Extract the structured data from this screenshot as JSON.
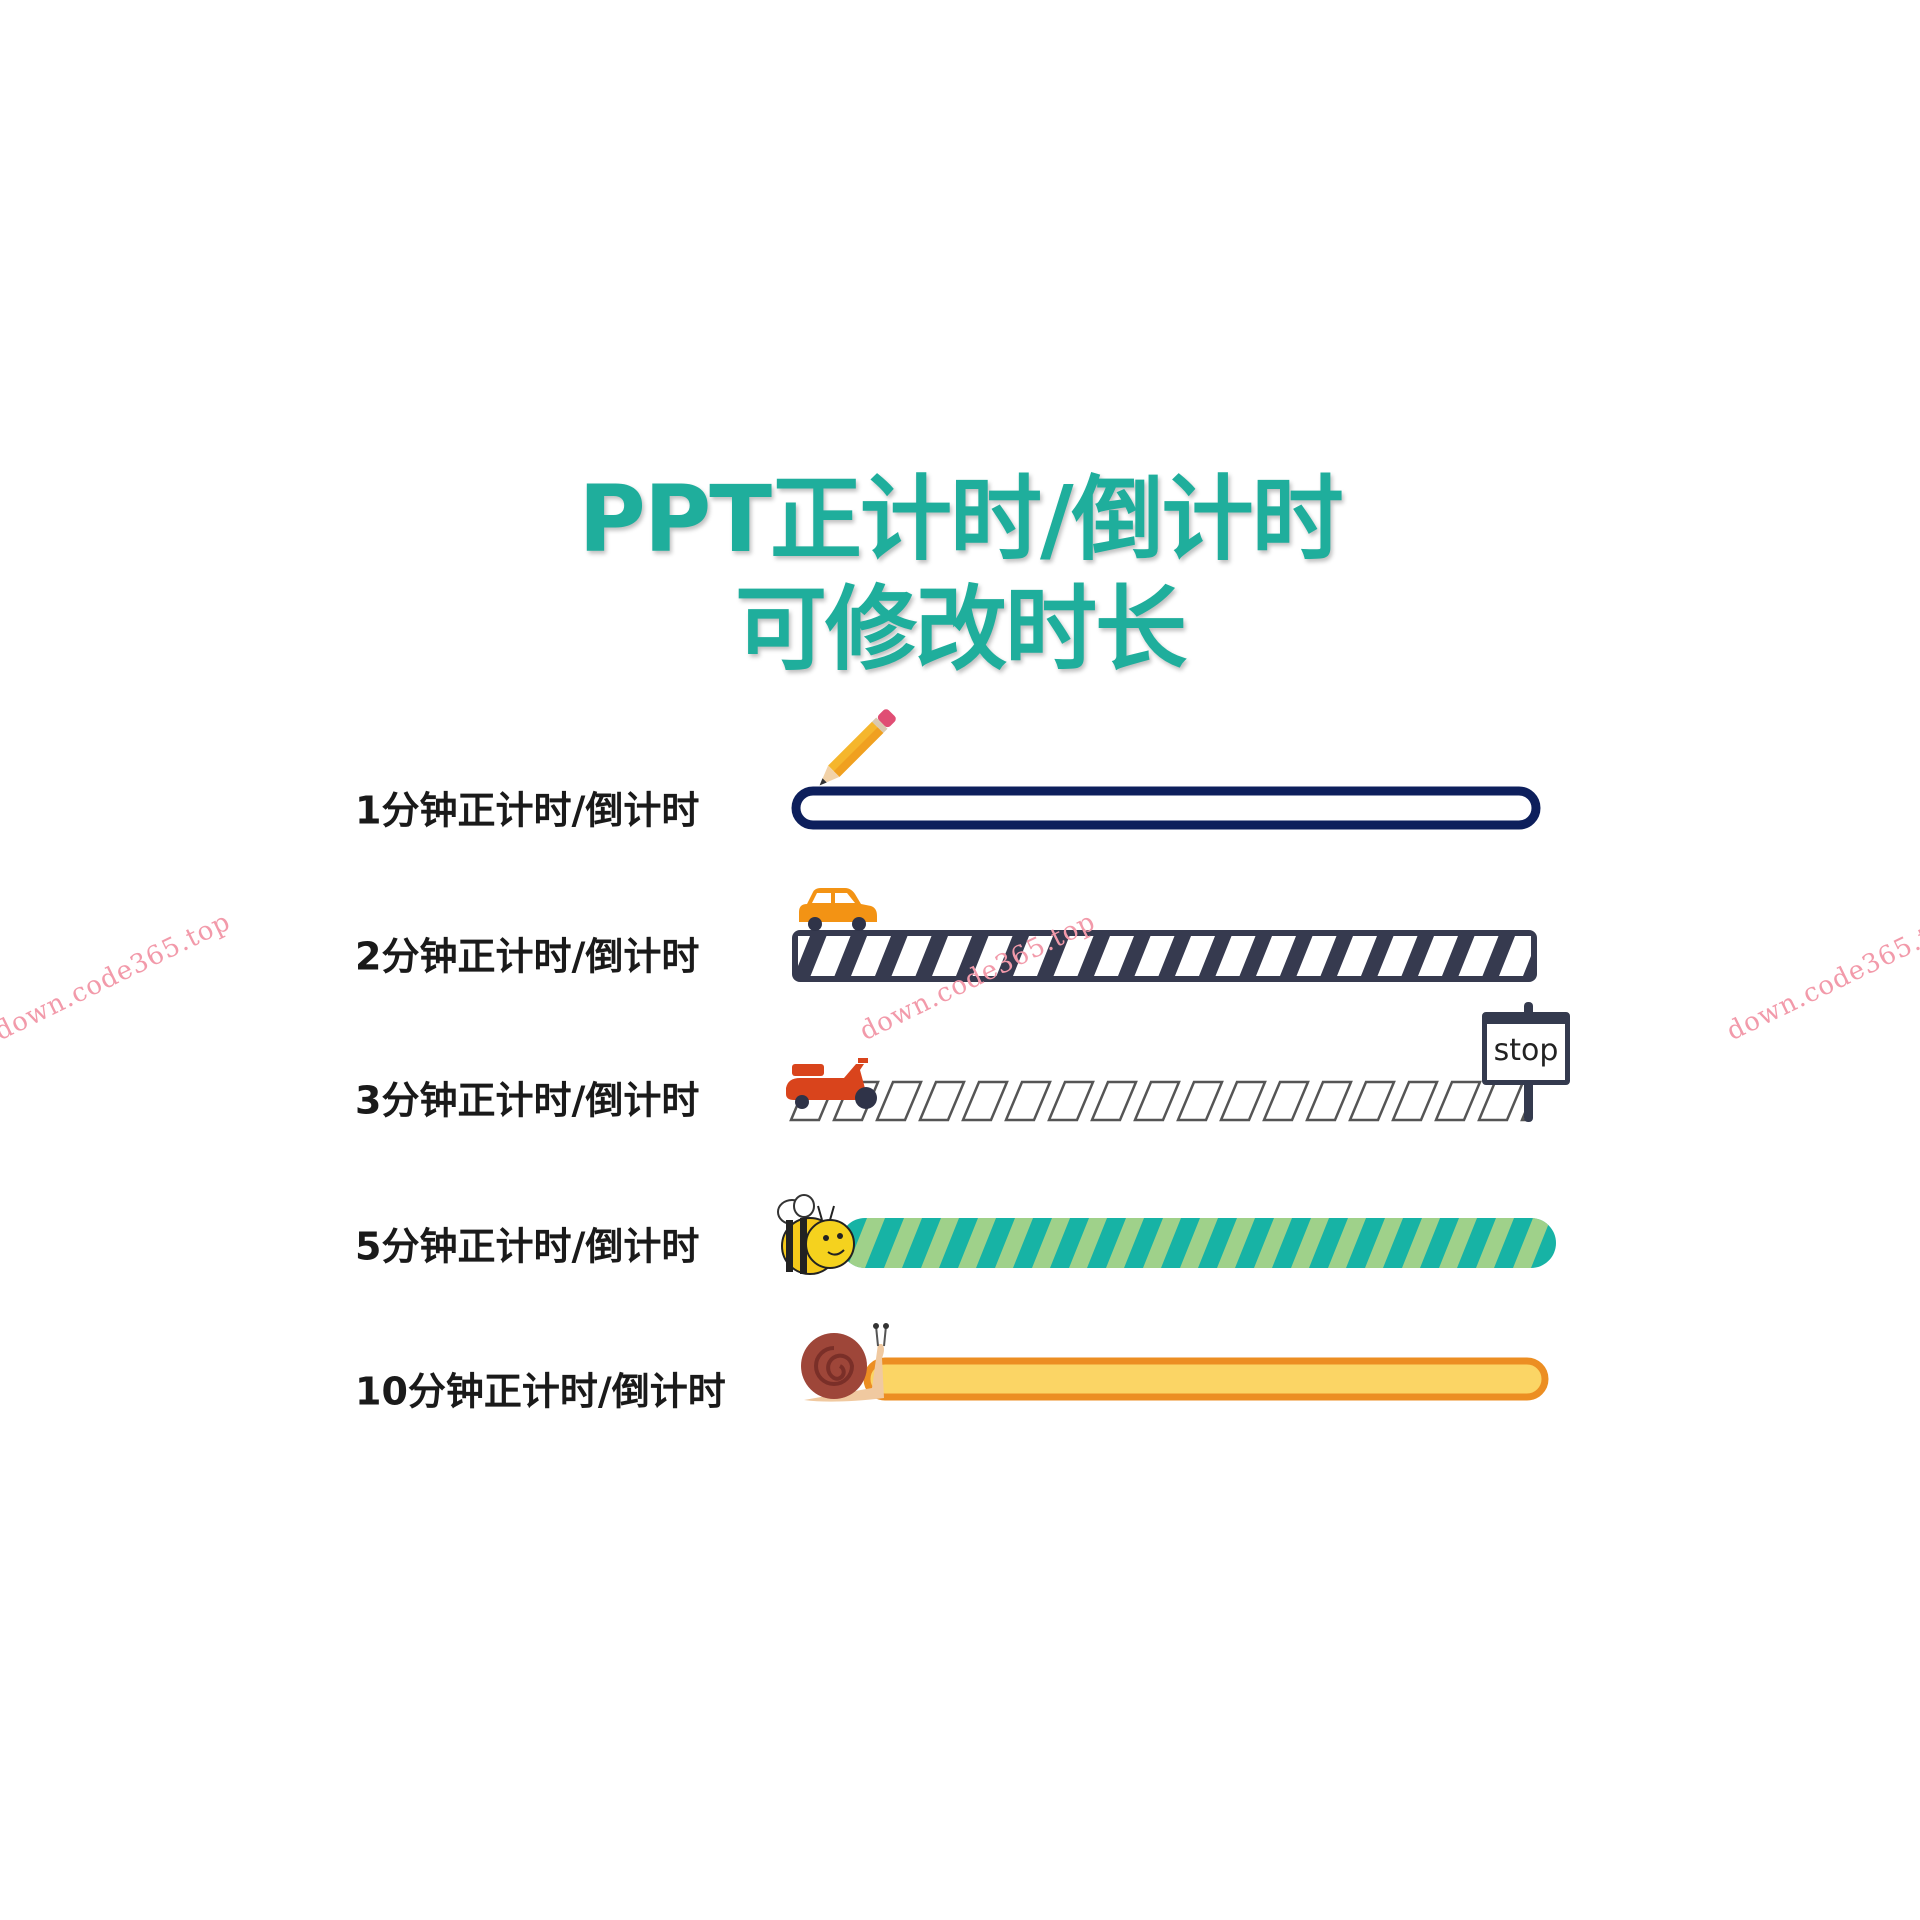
{
  "title": {
    "line1": "PPT正计时/倒计时",
    "line2": "可修改时长"
  },
  "watermark": "down.code365.top",
  "timers": [
    {
      "label": "1分钟正计时/倒计时",
      "icon": "pencil-icon",
      "style": "outline",
      "colors": {
        "border": "#0d1f5c",
        "fill": "#ffffff"
      }
    },
    {
      "label": "2分钟正计时/倒计时",
      "icon": "car-icon",
      "style": "diagonal-stripes",
      "colors": {
        "border": "#363a4f",
        "stripe": "#ffffff"
      }
    },
    {
      "label": "3分钟正计时/倒计时",
      "icon": "scooter-icon",
      "style": "outlined-stripes",
      "colors": {
        "stroke": "#555555"
      },
      "end_sign": "stop"
    },
    {
      "label": "5分钟正计时/倒计时",
      "icon": "bee-icon",
      "style": "diagonal-stripes",
      "colors": {
        "base": "#17b3a5",
        "stripe": "#9fd18a"
      }
    },
    {
      "label": "10分钟正计时/倒计时",
      "icon": "snail-icon",
      "style": "outline",
      "colors": {
        "border": "#ec8e22",
        "fill": "#fbd565"
      }
    }
  ]
}
